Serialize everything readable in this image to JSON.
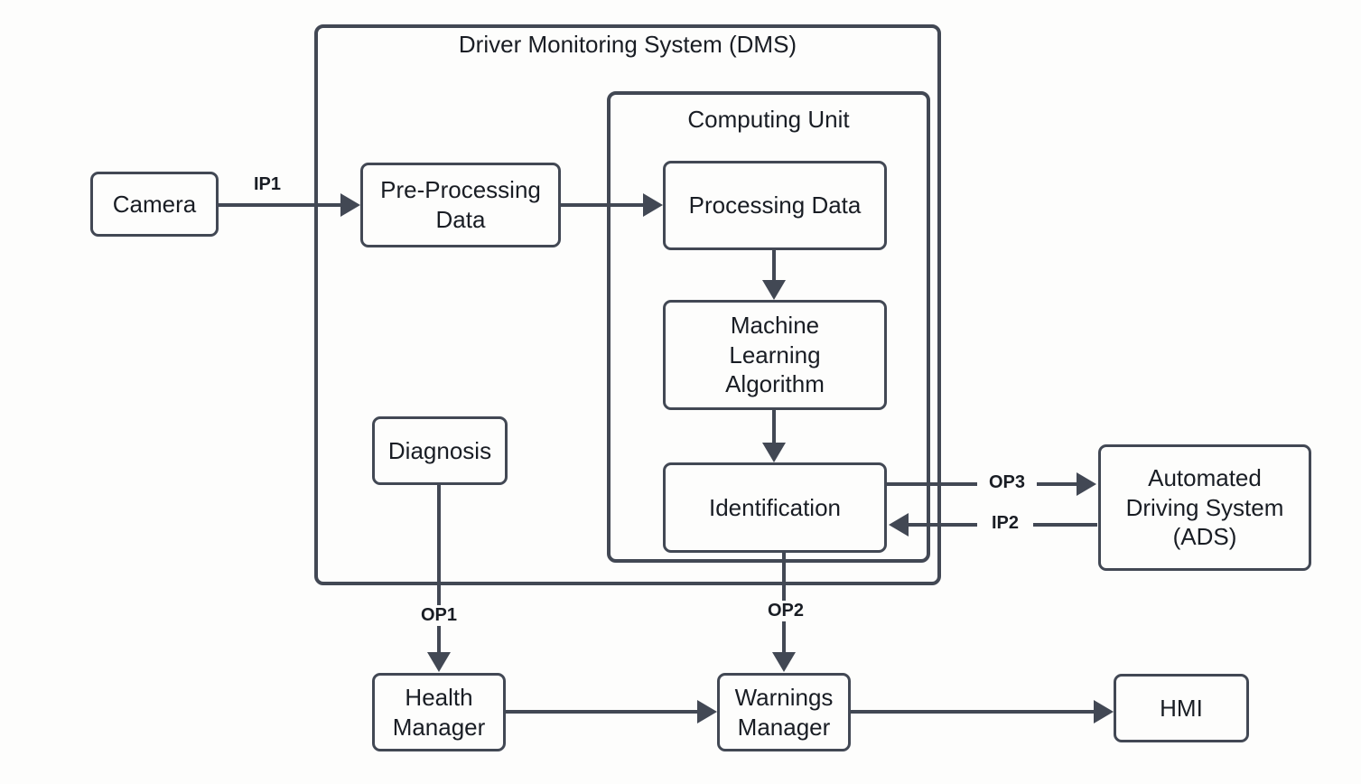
{
  "colors": {
    "stroke": "#424854",
    "text": "#191d24",
    "background": "#fdfdfc"
  },
  "containers": {
    "dms": {
      "label": "Driver Monitoring System (DMS)"
    },
    "computing_unit": {
      "label": "Computing Unit"
    }
  },
  "nodes": {
    "camera": {
      "label": "Camera"
    },
    "pre_processing": {
      "label": "Pre-Processing\nData"
    },
    "processing": {
      "label": "Processing Data"
    },
    "ml_algorithm": {
      "label": "Machine\nLearning\nAlgorithm"
    },
    "identification": {
      "label": "Identification"
    },
    "diagnosis": {
      "label": "Diagnosis"
    },
    "ads": {
      "label": "Automated\nDriving System\n(ADS)"
    },
    "health_manager": {
      "label": "Health\nManager"
    },
    "warnings_manager": {
      "label": "Warnings\nManager"
    },
    "hmi": {
      "label": "HMI"
    }
  },
  "edge_labels": {
    "ip1": "IP1",
    "ip2": "IP2",
    "op1": "OP1",
    "op2": "OP2",
    "op3": "OP3"
  }
}
